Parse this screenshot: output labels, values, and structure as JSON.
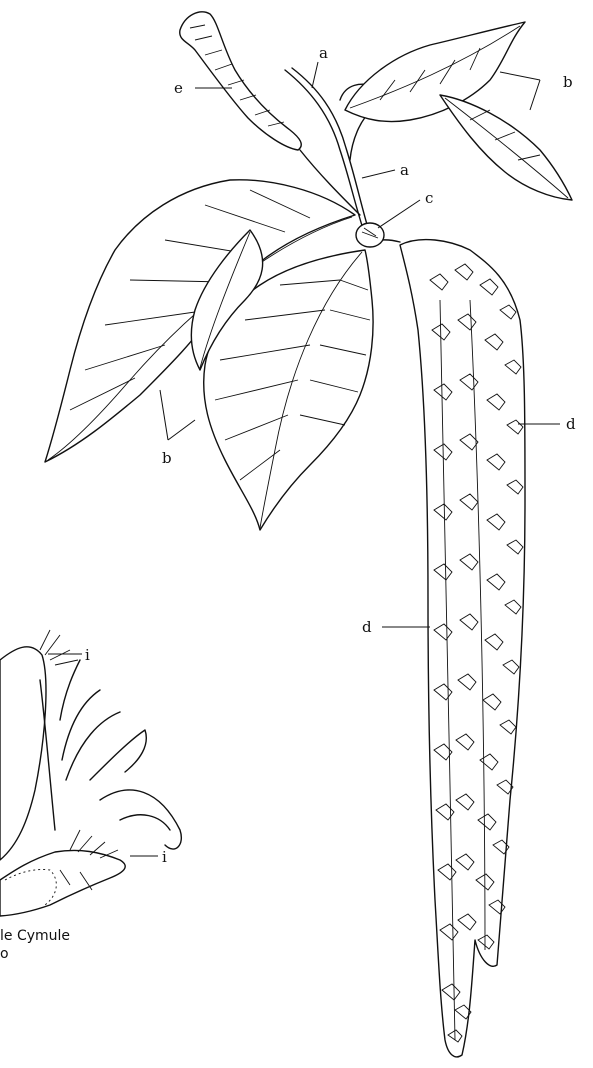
{
  "labels": {
    "a_upper": "a",
    "a_lower": "a",
    "b_right": "b",
    "b_left": "b",
    "c": "c",
    "d_right": "d",
    "d_left": "d",
    "e": "e",
    "i_upper": "i",
    "i_lower": "i"
  },
  "caption": {
    "line1": "le Cymule",
    "line2": "o"
  },
  "colors": {
    "ink": "#111111",
    "paper": "#ffffff"
  }
}
